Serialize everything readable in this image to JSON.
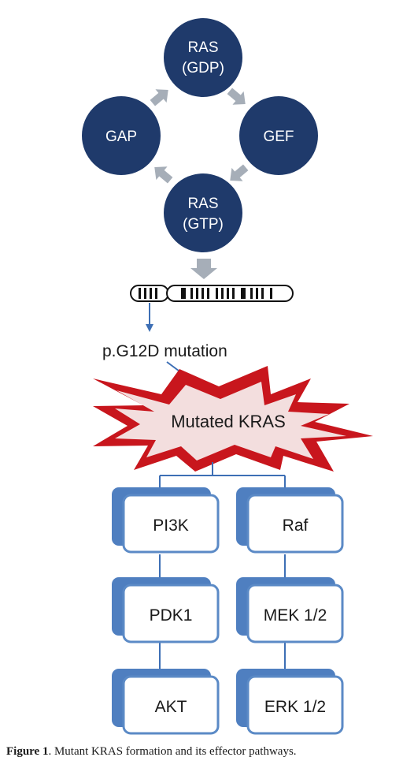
{
  "cycle": {
    "top_line1": "RAS",
    "top_line2": "(GDP)",
    "left": "GAP",
    "right": "GEF",
    "bottom_line1": "RAS",
    "bottom_line2": "(GTP)"
  },
  "mutation_label": "p.G12D mutation",
  "mutated_kras": "Mutated KRAS",
  "pathways": {
    "left": [
      "PI3K",
      "PDK1",
      "AKT"
    ],
    "right": [
      "Raf",
      "MEK 1/2",
      "ERK 1/2"
    ]
  },
  "caption": {
    "label": "Figure 1",
    "text": ". Mutant KRAS formation and its effector pathways."
  },
  "colors": {
    "node_fill": "#1f3a6b",
    "arrow_gray": "#a6aeb8",
    "box_stroke": "#5b8ac6",
    "box_back": "#4f7fc0",
    "burst_red": "#c8161d",
    "burst_inner": "#f3dede",
    "line_blue": "#3d6fb5"
  }
}
